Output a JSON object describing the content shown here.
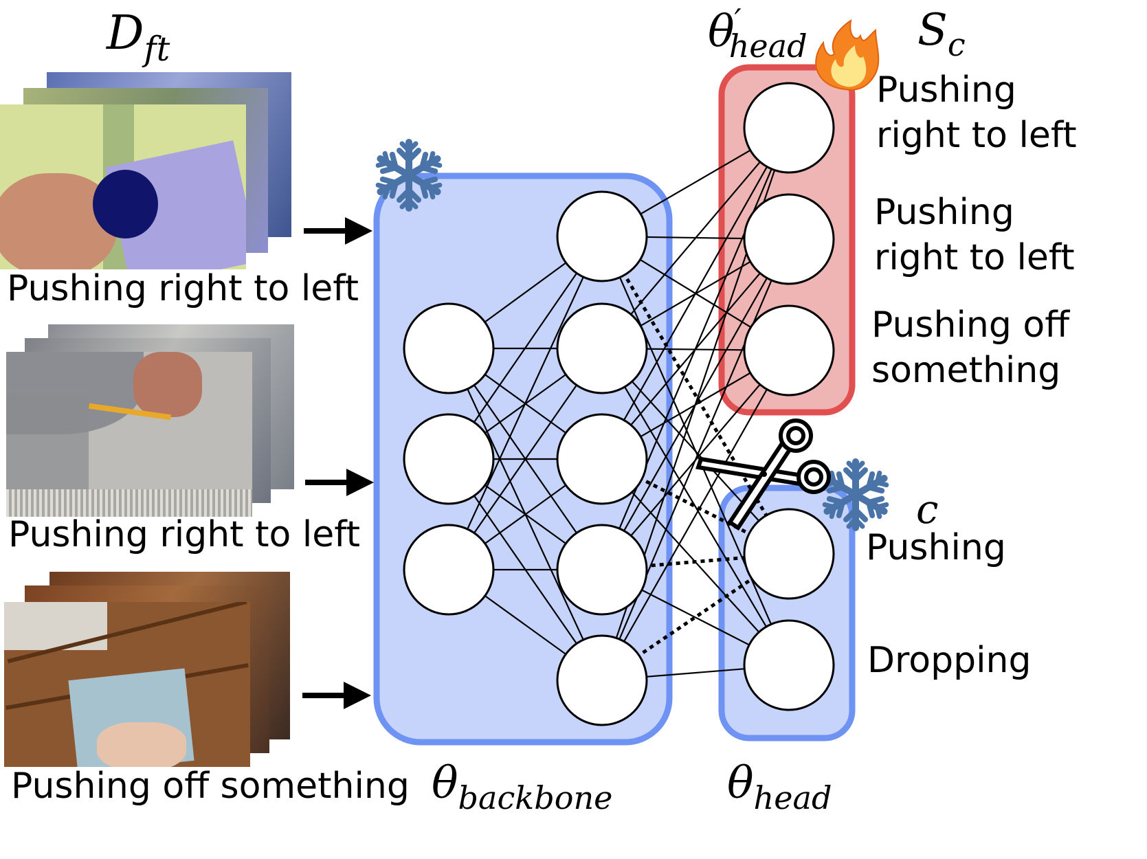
{
  "dataset_label": {
    "base": "D",
    "sub": "ft"
  },
  "clips": [
    {
      "caption": "Pushing right to left"
    },
    {
      "caption": "Pushing right to left"
    },
    {
      "caption": "Pushing off something"
    }
  ],
  "backbone_label": {
    "base": "θ",
    "sub": "backbone"
  },
  "new_head_label": {
    "base": "θ",
    "prime": "′",
    "sub": "head"
  },
  "old_head_label": {
    "base": "θ",
    "sub": "head"
  },
  "target_classes_label": {
    "base": "S",
    "sub": "c"
  },
  "source_classes_label": {
    "base": "c"
  },
  "new_head_classes": [
    {
      "line1": "Pushing",
      "line2": "right to left"
    },
    {
      "line1": "Pushing",
      "line2": "right to left"
    },
    {
      "line1": "Pushing off",
      "line2": "something"
    }
  ],
  "old_head_classes": [
    {
      "line1": "Pushing"
    },
    {
      "line1": "Dropping"
    }
  ],
  "icons": [
    "snowflake-icon",
    "fire-icon",
    "scissors-icon",
    "arrow-right-icon"
  ],
  "colors": {
    "frozen_fill": "#c6d3fb",
    "frozen_stroke": "#6f93f3",
    "trainable_fill": "#efb4b4",
    "trainable_stroke": "#e05050",
    "snowflake": "#4a73a8",
    "fire_outer": "#f58420",
    "fire_inner": "#fde58a"
  }
}
